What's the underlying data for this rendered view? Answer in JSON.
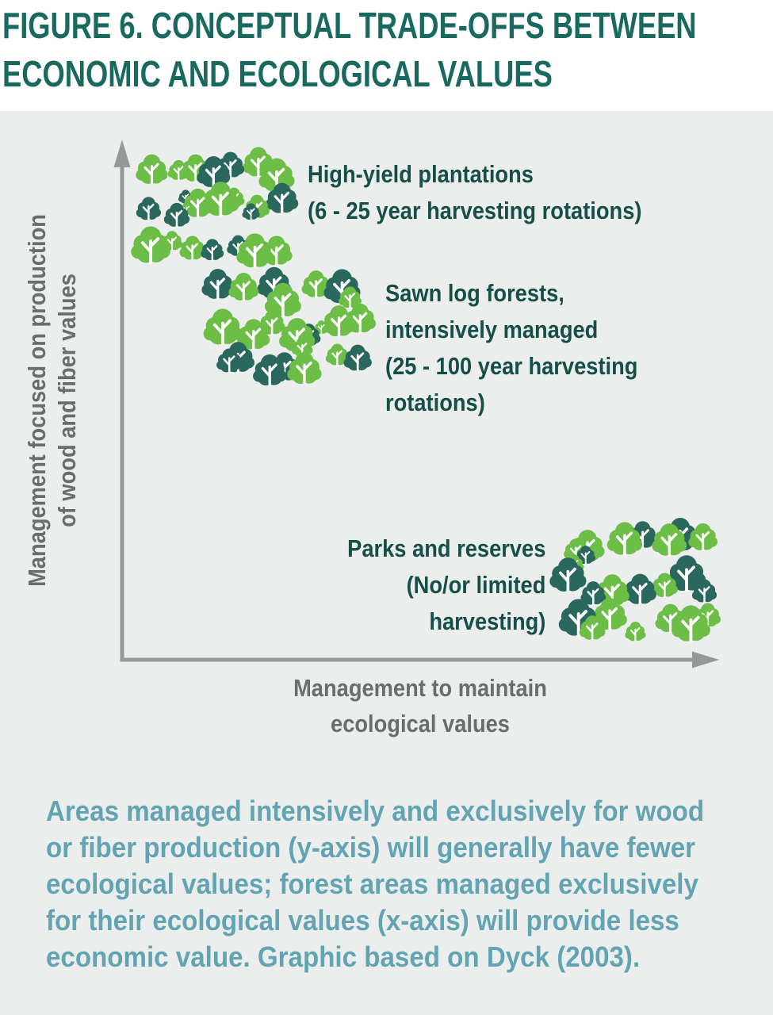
{
  "figure": {
    "title_lines": [
      "FIGURE 6. CONCEPTUAL TRADE-OFFS BETWEEN",
      "ECONOMIC AND ECOLOGICAL VALUES"
    ]
  },
  "chart": {
    "y_axis_label_lines": [
      "Management focused on production",
      "of wood and fiber values"
    ],
    "x_axis_label_lines": [
      "Management to maintain",
      "ecological values"
    ],
    "clusters": [
      {
        "id": "high-yield-plantations",
        "label_lines": [
          "High-yield plantations",
          "(6 - 25 year harvesting rotations)"
        ]
      },
      {
        "id": "sawn-log-forests",
        "label_lines": [
          "Sawn log forests,",
          "intensively managed",
          "(25 - 100 year harvesting",
          "rotations)"
        ]
      },
      {
        "id": "parks-and-reserves",
        "label_lines": [
          "Parks and reserves",
          "(No/or limited",
          "harvesting)"
        ]
      }
    ]
  },
  "caption_lines": [
    "Areas managed intensively and exclusively for wood",
    "or fiber production (y-axis) will generally have fewer",
    "ecological values; forest areas managed exclusively",
    "for their ecological values (x-axis) will provide less",
    "economic value. Graphic based on Dyck (2003)."
  ],
  "icons": {
    "tree": "tree-icon",
    "y_axis_arrow": "up-arrow-icon",
    "x_axis_arrow": "right-arrow-icon"
  },
  "colors": {
    "background": "#FFFFFF",
    "panel": "#ECEEED",
    "title": "#19695F",
    "label": "#154F48",
    "caption": "#62A4B2",
    "axis": "#97989A",
    "axis_label": "#6B6C6E",
    "tree_green": "#6CBE46",
    "tree_teal": "#2A685E"
  },
  "chart_data": {
    "type": "scatter",
    "title": "FIGURE 6. CONCEPTUAL TRADE-OFFS BETWEEN ECONOMIC AND ECOLOGICAL VALUES",
    "xlabel": "Management to maintain ecological values",
    "ylabel": "Management focused on production of wood and fiber values",
    "x_range": [
      0,
      1
    ],
    "y_range": [
      0,
      1
    ],
    "grid": false,
    "legend": "none",
    "points": [
      {
        "label": "High-yield plantations (6 - 25 year harvesting rotations)",
        "x": 0.16,
        "y": 0.87,
        "marker": "tree-cluster"
      },
      {
        "label": "Sawn log forests, intensively managed (25 - 100 year harvesting rotations)",
        "x": 0.28,
        "y": 0.64,
        "marker": "tree-cluster"
      },
      {
        "label": "Parks and reserves (No/or limited harvesting)",
        "x": 0.85,
        "y": 0.14,
        "marker": "tree-cluster"
      }
    ],
    "annotation": "Areas managed intensively and exclusively for wood or fiber production (y-axis) will generally have fewer ecological values; forest areas managed exclusively for their ecological values (x-axis) will provide less economic value. Graphic based on Dyck (2003)."
  }
}
